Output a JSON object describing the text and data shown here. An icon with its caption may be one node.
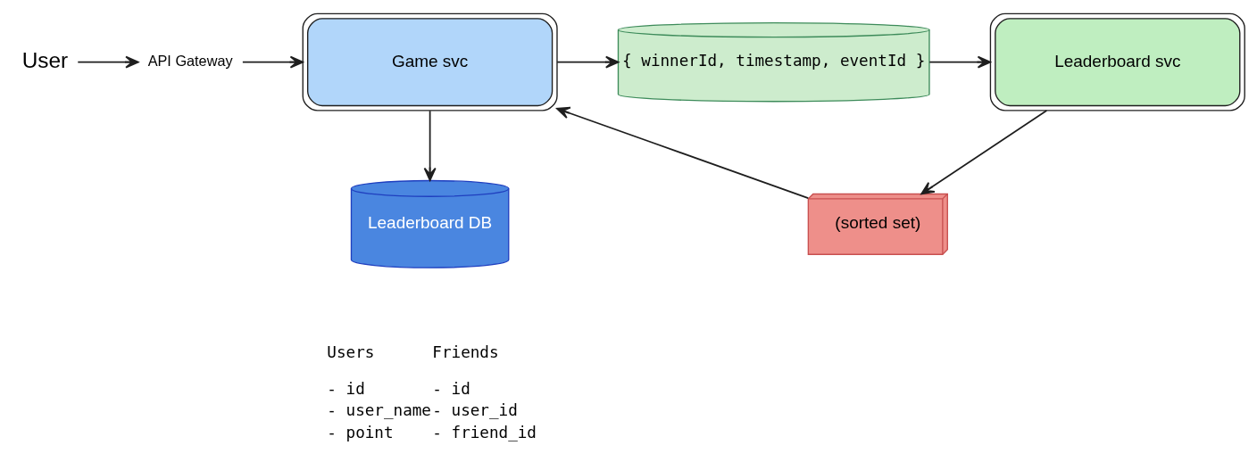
{
  "diagram": {
    "nodes": [
      {
        "text": [
          "User"
        ]
      },
      {
        "text": [
          "API Gateway"
        ]
      },
      {
        "text": [
          "Game svc"
        ]
      },
      {
        "text": [
          "{ winnerId, timestamp, eventId }"
        ]
      },
      {
        "text": [
          "Leaderboard svc"
        ]
      },
      {
        "text": [
          "Leaderboard DB"
        ]
      },
      {
        "text": [
          "(sorted set)"
        ]
      }
    ],
    "edges": [
      {
        "from": 0,
        "to": 1,
        "arrow": "to"
      },
      {
        "from": 1,
        "to": 2,
        "arrow": "to"
      },
      {
        "from": 2,
        "to": 3,
        "arrow": "to"
      },
      {
        "from": 3,
        "to": 4,
        "arrow": "to"
      },
      {
        "from": 2,
        "to": 5,
        "arrow": "to"
      },
      {
        "from": 4,
        "to": 6,
        "arrow": "to"
      },
      {
        "from": 6,
        "to": 2,
        "arrow": "to"
      }
    ],
    "labels": [
      "Users",
      "- id",
      "- user_name",
      "- point",
      "Friends",
      "- id",
      "- user_id",
      "- friend_id"
    ]
  }
}
